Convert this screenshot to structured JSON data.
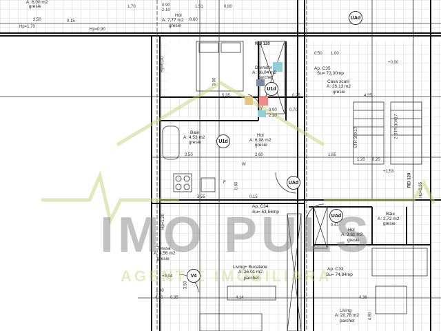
{
  "watermark": {
    "brand": "IMO PULS",
    "tagline": "AGENTIE IMOBILIARA",
    "accent_color": "#c8d278"
  },
  "top_strip": {
    "room_bath_area": "A: 6,00 m2",
    "room_bath_floor": "gresie",
    "hol_name": "Hol",
    "hol_area": "A: 7,77 m2",
    "hol_floor": "gresie",
    "dims": [
      "2.50",
      "Hp=1,70",
      "Hp=0,90",
      "1.70",
      "0.90",
      "2.10",
      "1.51",
      "8.60",
      "0.80",
      "0.15"
    ]
  },
  "rooms": [
    {
      "name": "Dormitor",
      "area": "A: 16,04 m2",
      "floor": "parchet"
    },
    {
      "name": "Casa scarii",
      "area": "A: 26,13 m2",
      "floor": "gresie"
    },
    {
      "name": "Baie",
      "area": "A: 4,53 m2",
      "floor": "gresie"
    },
    {
      "name": "Hol",
      "area": "A: 6,98 m2",
      "floor": "gresie"
    },
    {
      "name": "Terasa",
      "area": "A: 4,56 m2",
      "floor": "gresie"
    },
    {
      "name": "Living+ Bucatarie",
      "area": "A: 26,01 m2",
      "floor": "parchet"
    },
    {
      "name": "Baie",
      "area": "A: 2,72 m2",
      "floor": "gresie"
    },
    {
      "name": "Hol",
      "area": "A: 3,61 m2",
      "floor": "gresie"
    },
    {
      "name": "Living",
      "area": "A: 20,78 m2",
      "floor": "parchet"
    }
  ],
  "apartments": [
    {
      "name": "Ap. C35",
      "surface": "Su= 72,30mp"
    },
    {
      "name": "Ap. C34",
      "surface": "Su= 53,56mp"
    },
    {
      "name": "Ap. C33",
      "surface": "Su= 74,84mp"
    }
  ],
  "door_tags": [
    "U1d",
    "UAd",
    "UAd",
    "UAd",
    "V4",
    "U1d"
  ],
  "labels": {
    "rei": "REI 120",
    "rei_side": "REI 120",
    "stair1": "STR 30X17",
    "stair2": "2 STR 30X17",
    "level_0": "+0,00",
    "level_153": "+1,53",
    "level_304": "+3,04",
    "hp_000": "Hp=0,00",
    "hp_120": "Hp=1,20",
    "hp_135": "Hp=1,35",
    "w": "W",
    "f": "F"
  },
  "dimensions": {
    "d535": "5.35",
    "d025a": "0.25",
    "d090": "0.90",
    "d070": "0.70",
    "d210": "2.10",
    "d050": "0.50",
    "d100": "1.00",
    "d435": "4.35",
    "d250": "2.50",
    "d260": "2.60",
    "d165": "1.65",
    "d120": "1.20",
    "d020": "0.20",
    "d355": "3.55",
    "d015": "0.15",
    "d060": "0.60",
    "d041": "0.41",
    "d414": "4.14",
    "d436": "4.36",
    "d420": "4.20",
    "d035": "0.35",
    "d180": "1.80",
    "d300": "3.00",
    "d480": "4.80",
    "d350": "3.50"
  }
}
